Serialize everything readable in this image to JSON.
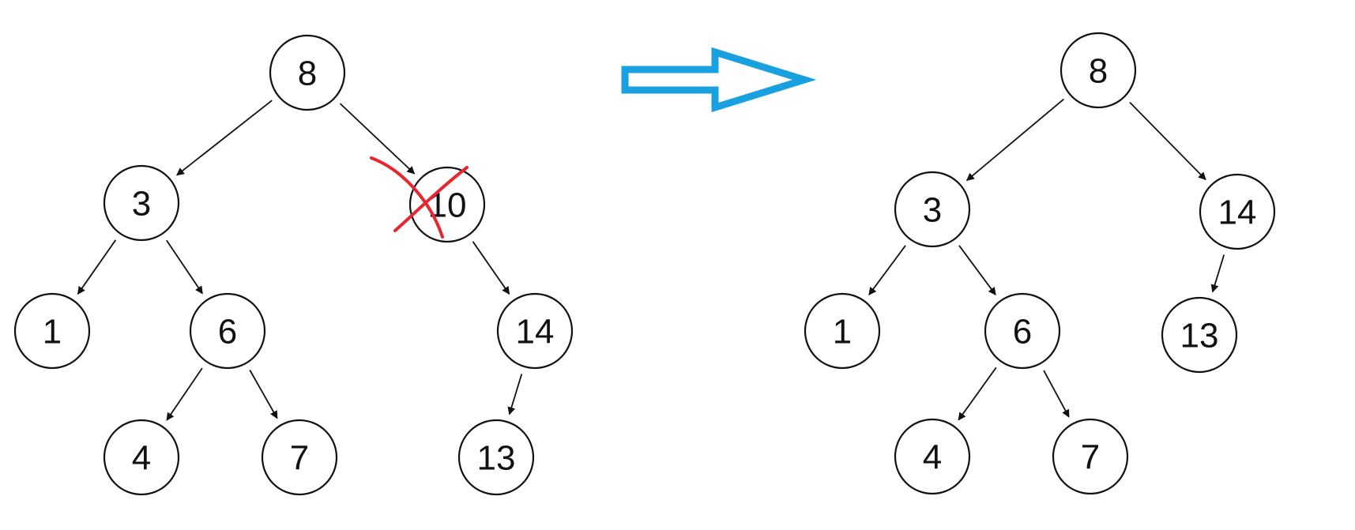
{
  "colors": {
    "node_stroke": "#111111",
    "edge": "#111111",
    "deletion_mark": "#e8262f",
    "transition_arrow": "#19a0e0"
  },
  "before_tree": {
    "deleted_node": "10",
    "nodes": [
      {
        "id": "b8",
        "label": "8"
      },
      {
        "id": "b3",
        "label": "3"
      },
      {
        "id": "b10",
        "label": "10"
      },
      {
        "id": "b1",
        "label": "1"
      },
      {
        "id": "b6",
        "label": "6"
      },
      {
        "id": "b14",
        "label": "14"
      },
      {
        "id": "b4",
        "label": "4"
      },
      {
        "id": "b7",
        "label": "7"
      },
      {
        "id": "b13",
        "label": "13"
      }
    ],
    "edges": [
      [
        "b8",
        "b3"
      ],
      [
        "b8",
        "b10"
      ],
      [
        "b3",
        "b1"
      ],
      [
        "b3",
        "b6"
      ],
      [
        "b10",
        "b14"
      ],
      [
        "b6",
        "b4"
      ],
      [
        "b6",
        "b7"
      ],
      [
        "b14",
        "b13"
      ]
    ]
  },
  "after_tree": {
    "nodes": [
      {
        "id": "a8",
        "label": "8"
      },
      {
        "id": "a3",
        "label": "3"
      },
      {
        "id": "a14",
        "label": "14"
      },
      {
        "id": "a1",
        "label": "1"
      },
      {
        "id": "a6",
        "label": "6"
      },
      {
        "id": "a13",
        "label": "13"
      },
      {
        "id": "a4",
        "label": "4"
      },
      {
        "id": "a7",
        "label": "7"
      }
    ],
    "edges": [
      [
        "a8",
        "a3"
      ],
      [
        "a8",
        "a14"
      ],
      [
        "a3",
        "a1"
      ],
      [
        "a3",
        "a6"
      ],
      [
        "a14",
        "a13"
      ],
      [
        "a6",
        "a4"
      ],
      [
        "a6",
        "a7"
      ]
    ]
  }
}
